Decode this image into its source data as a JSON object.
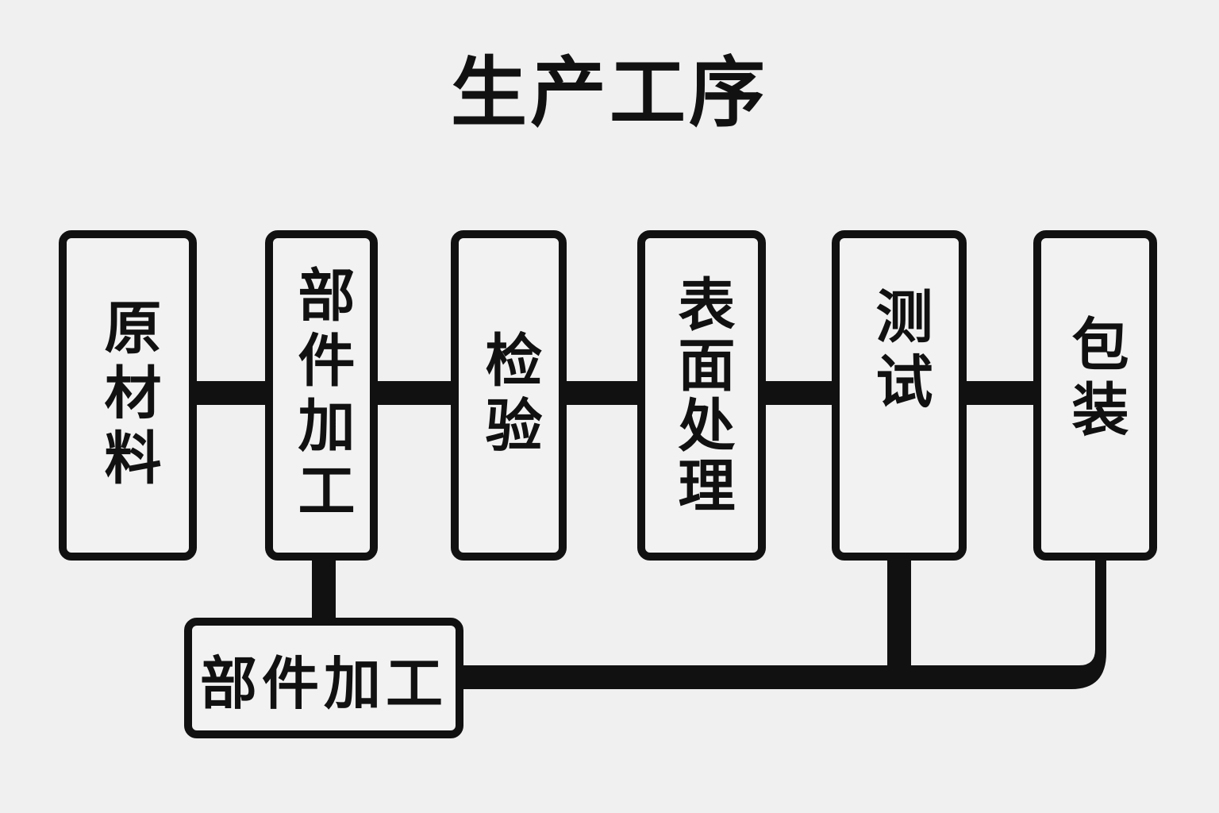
{
  "title": "生产工序",
  "steps": [
    {
      "label": "原材料"
    },
    {
      "label": "部件加工"
    },
    {
      "label": "检验"
    },
    {
      "label": "表面处理"
    },
    {
      "label": "测试"
    },
    {
      "label": "包装"
    }
  ],
  "sub_step": {
    "label": "部件加工"
  },
  "colors": {
    "line": "#111111",
    "background": "#f0f0f0"
  }
}
